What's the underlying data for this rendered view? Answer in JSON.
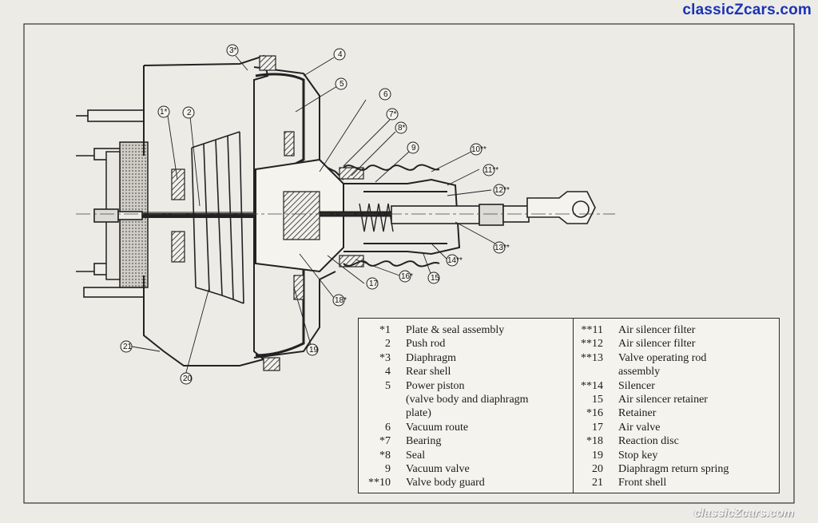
{
  "brand": {
    "top": "classicZcars.com",
    "bottom": "classicZcars.com"
  },
  "callouts": [
    "1*",
    "2",
    "3*",
    "4",
    "5",
    "6",
    "7*",
    "8*",
    "9",
    "10**",
    "11**",
    "12**",
    "13**",
    "14**",
    "15",
    "16*",
    "17",
    "18*",
    "19",
    "20",
    "21"
  ],
  "legend": {
    "left": [
      {
        "num": "*1",
        "desc": "Plate & seal assembly"
      },
      {
        "num": "2",
        "desc": "Push rod"
      },
      {
        "num": "*3",
        "desc": "Diaphragm"
      },
      {
        "num": "4",
        "desc": "Rear shell"
      },
      {
        "num": "5",
        "desc": "Power piston"
      },
      {
        "num": "",
        "desc": "(valve body and diaphragm"
      },
      {
        "num": "",
        "desc": "plate)"
      },
      {
        "num": "6",
        "desc": "Vacuum route"
      },
      {
        "num": "*7",
        "desc": "Bearing"
      },
      {
        "num": "*8",
        "desc": "Seal"
      },
      {
        "num": "9",
        "desc": "Vacuum valve"
      },
      {
        "num": "**10",
        "desc": "Valve body guard"
      }
    ],
    "right": [
      {
        "num": "**11",
        "desc": "Air silencer filter"
      },
      {
        "num": "**12",
        "desc": "Air silencer filter"
      },
      {
        "num": "**13",
        "desc": "Valve operating rod"
      },
      {
        "num": "",
        "desc": "assembly"
      },
      {
        "num": "**14",
        "desc": "Silencer"
      },
      {
        "num": "15",
        "desc": "Air silencer retainer"
      },
      {
        "num": "*16",
        "desc": "Retainer"
      },
      {
        "num": "17",
        "desc": "Air valve"
      },
      {
        "num": "*18",
        "desc": "Reaction disc"
      },
      {
        "num": "19",
        "desc": "Stop key"
      },
      {
        "num": "20",
        "desc": "Diaphragm return spring"
      },
      {
        "num": "21",
        "desc": "Front shell"
      }
    ]
  }
}
